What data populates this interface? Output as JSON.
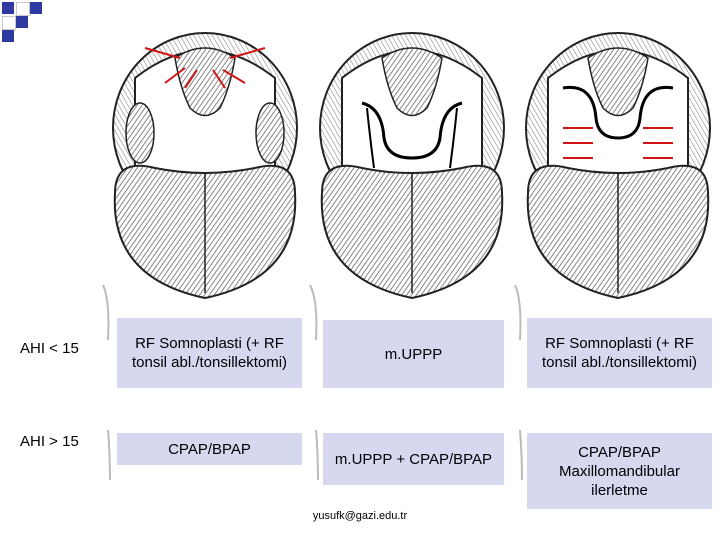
{
  "rows": [
    {
      "label": "AHI < 15",
      "cells": [
        "RF Somnoplasti (+ RF tonsil abl./tonsillektomi)",
        "m.UPPP",
        "RF Somnoplasti (+ RF tonsil abl./tonsillektomi)"
      ]
    },
    {
      "label": "AHI > 15",
      "cells": [
        "CPAP/BPAP",
        "m.UPPP + CPAP/BPAP",
        "CPAP/BPAP Maxillomandibular ilerletme"
      ]
    }
  ],
  "footer": "yusufk@gazi.edu.tr",
  "colors": {
    "cell_bg": "#d6d8ef",
    "arrow": "#d21414",
    "accent_sq": "#2e3aa0"
  },
  "illustrations": [
    {
      "name": "oral-cavity-radiofrequency",
      "arrows": "red arrows at soft palate"
    },
    {
      "name": "oral-cavity-uppp",
      "arrows": "none"
    },
    {
      "name": "oral-cavity-tonsil",
      "arrows": "red arrows at tonsil pillars"
    }
  ]
}
